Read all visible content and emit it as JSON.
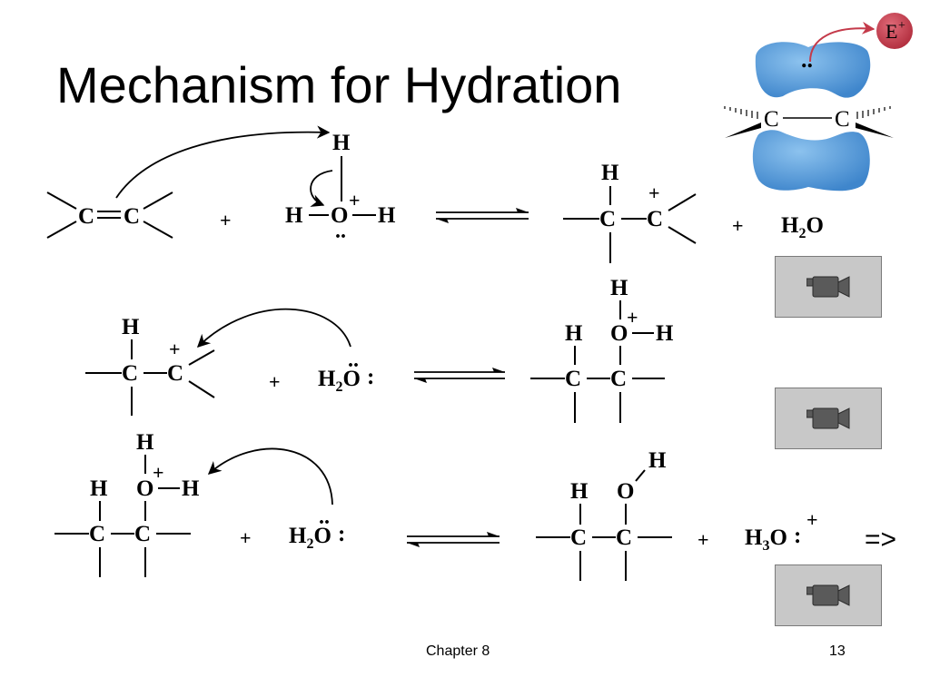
{
  "slide": {
    "title": "Mechanism for Hydration",
    "footer": {
      "chapter": "Chapter 8",
      "page": "13"
    },
    "next_arrow": "=>"
  },
  "symbols": {
    "carbon": "C",
    "hydrogen": "H",
    "oxygen": "O",
    "plus": "+",
    "lone_pair": "..",
    "lone_pair_colon": ":",
    "water_prefix": "H",
    "water_sub": "2",
    "water_suffix": "O",
    "hydronium_sub": "3",
    "electrophile": "E",
    "electrophile_charge": "+"
  },
  "colors": {
    "pi_orbital": "#4a90d2",
    "pi_orbital_light": "#7ab4e6",
    "electrophile_fill": "#c43a4a",
    "electron_arrow": "#c43a4a",
    "movie_button_bg": "#c8c8c8",
    "movie_camera_icon": "#5a5a5a"
  },
  "movie_buttons": [
    {
      "icon": "movie-camera-icon"
    },
    {
      "icon": "movie-camera-icon"
    },
    {
      "icon": "movie-camera-icon"
    }
  ]
}
